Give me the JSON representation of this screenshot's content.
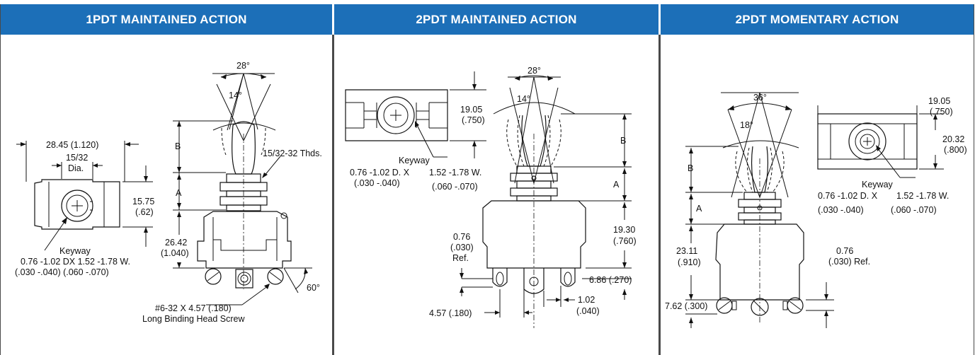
{
  "panels": [
    {
      "title": "1PDT MAINTAINED ACTION",
      "labels": {
        "angle_28": "28°",
        "angle_14": "14°",
        "dim_width": "28.45 (1.120)",
        "dim_hole_a": "15/32",
        "dim_hole_b": "Dia.",
        "thread": "15/32-32 Thds.",
        "b": "B",
        "a": "A",
        "dim_height_a": "15.75",
        "dim_height_b": "(.62)",
        "body_a": "26.42",
        "body_b": "(1.040)",
        "keyway": "Keyway",
        "key_d": "0.76 -1.02 DX 1.52 -1.78 W.",
        "key_in": "(.030 -.040)     (.060 -.070)",
        "angle_60": "60°",
        "screw_a": "#6-32 X 4.57 (.180)",
        "screw_b": "Long Binding Head Screw"
      }
    },
    {
      "title": "2PDT MAINTAINED ACTION",
      "labels": {
        "angle_28": "28°",
        "angle_14": "14°",
        "dim_top_a": "19.05",
        "dim_top_b": "(.750)",
        "keyway": "Keyway",
        "key_d": "0.76 -1.02 D.  X",
        "key_w": "1.52 -1.78 W.",
        "key_d_in": "(.030 -.040)",
        "key_w_in": "(.060 -.070)",
        "b": "B",
        "a": "A",
        "ref_a": "0.76",
        "ref_b": "(.030)",
        "ref_c": "Ref.",
        "body_a": "19.30",
        "body_b": "(.760)",
        "term": "6.86 (.270)",
        "gap_a": "1.02",
        "gap_b": "(.040)",
        "pitch": "4.57 (.180)"
      }
    },
    {
      "title": "2PDT MOMENTARY ACTION",
      "labels": {
        "angle_36": "36°",
        "angle_18": "18°",
        "dim_top_a": "19.05",
        "dim_top_b": "(.750)",
        "dim_side_a": "20.32",
        "dim_side_b": "(.800)",
        "keyway": "Keyway",
        "key_d": "0.76 -1.02 D.  X",
        "key_w": "1.52 -1.78 W.",
        "key_d_in": "(.030 -.040)",
        "key_w_in": "(.060 -.070)",
        "b": "B",
        "a": "A",
        "body_a": "23.11",
        "body_b": "(.910)",
        "ref_a": "0.76",
        "ref_b": "(.030) Ref.",
        "term": "7.62 (.300)"
      }
    }
  ]
}
